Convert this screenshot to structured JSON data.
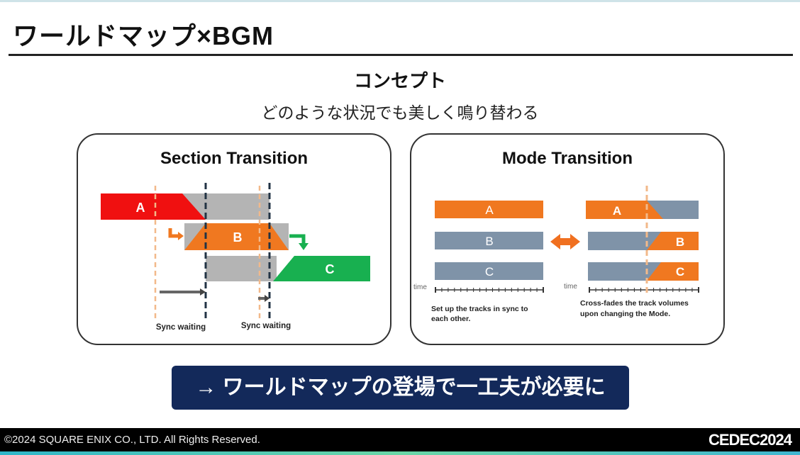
{
  "title": "ワールドマップ×BGM",
  "concept": "コンセプト",
  "subtitle": "どのような状況でも美しく鳴り替わる",
  "section": {
    "title": "Section Transition",
    "tracks": [
      "A",
      "B",
      "C"
    ],
    "sync_labels": [
      "Sync waiting",
      "Sync waiting"
    ]
  },
  "mode": {
    "title": "Mode Transition",
    "tracks": [
      "A",
      "B",
      "C"
    ],
    "time_label": "time",
    "left_caption": [
      "Set up the tracks in sync to",
      "each other."
    ],
    "right_caption": [
      "Cross-fades the track volumes",
      "upon changing  the Mode."
    ]
  },
  "callout": "→ ワールドマップの登場で一工夫が必要に",
  "footer": {
    "copyright": "©2024 SQUARE ENIX CO., LTD. All Rights Reserved.",
    "logo": "CEDEC2024"
  },
  "colors": {
    "red": "#f01010",
    "orange": "#f07820",
    "green": "#18b050",
    "gray": "#b4b4b4",
    "slate": "#7f93a8",
    "navy": "#13295a"
  }
}
